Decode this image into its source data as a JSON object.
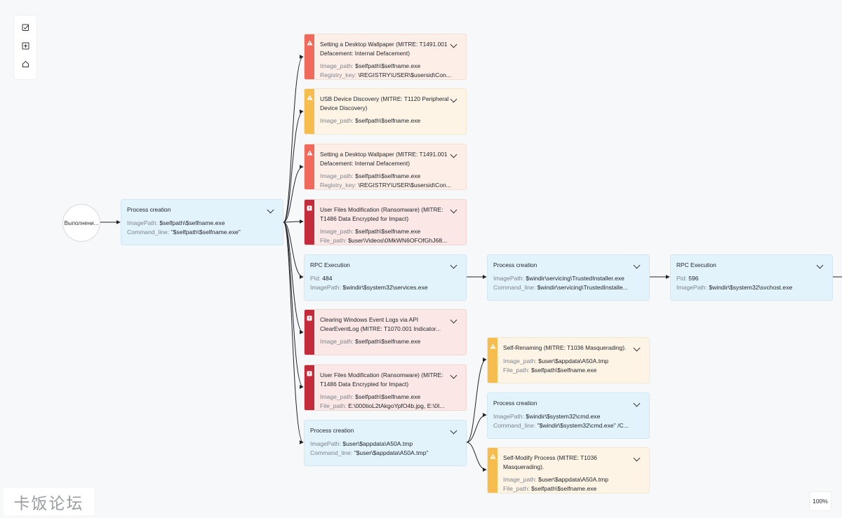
{
  "toolbar": {
    "buttons": [
      {
        "icon": "check-square-icon"
      },
      {
        "icon": "plus-square-icon"
      },
      {
        "icon": "home-icon"
      }
    ]
  },
  "start_node": {
    "label": "Выполнени..."
  },
  "nodes": {
    "root": {
      "title": "Process creation",
      "fields": [
        {
          "k": "ImagePath:",
          "v": "$selfpath\\$selfname.exe"
        },
        {
          "k": "Command_line:",
          "v": "\"$selfpath\\$selfname.exe\""
        }
      ]
    },
    "a1": {
      "title": "Setting a Desktop Wallpaper (MITRE: T1491.001 Defacement: Internal Defacement)",
      "fields": [
        {
          "k": "Image_path:",
          "v": "$selfpath\\$selfname.exe"
        },
        {
          "k": "Registry_key:",
          "v": "\\REGISTRY\\USER\\$usersid\\Con..."
        }
      ]
    },
    "a2": {
      "title": "USB Device Discovery (MITRE: T1120 Peripheral Device Discovery)",
      "fields": [
        {
          "k": "Image_path:",
          "v": "$selfpath\\$selfname.exe"
        }
      ]
    },
    "a3": {
      "title": "Setting a Desktop Wallpaper (MITRE: T1491.001 Defacement: Internal Defacement)",
      "fields": [
        {
          "k": "Image_path:",
          "v": "$selfpath\\$selfname.exe"
        },
        {
          "k": "Registry_key:",
          "v": "\\REGISTRY\\USER\\$usersid\\Con..."
        }
      ]
    },
    "a4": {
      "title": "User Files Modification (Ransomware) (MITRE: T1486 Data Encrypted for Impact)",
      "fields": [
        {
          "k": "Image_path:",
          "v": "$selfpath\\$selfname.exe"
        },
        {
          "k": "File_path:",
          "v": "$user\\Videos\\0MkWN6OFOfGhJ68..."
        }
      ]
    },
    "rpc1": {
      "title": "RPC Execution",
      "fields": [
        {
          "k": "Pid:",
          "v": "484"
        },
        {
          "k": "ImagePath:",
          "v": "$windir\\$system32\\services.exe"
        }
      ]
    },
    "proc_ti": {
      "title": "Process creation",
      "fields": [
        {
          "k": "ImagePath:",
          "v": "$windir\\servicing\\TrustedInstaller.exe"
        },
        {
          "k": "Command_line:",
          "v": "$windir\\servicing\\TrustedInstalle..."
        }
      ]
    },
    "rpc2": {
      "title": "RPC Execution",
      "fields": [
        {
          "k": "Pid:",
          "v": "596"
        },
        {
          "k": "ImagePath:",
          "v": "$windir\\$system32\\svchost.exe"
        }
      ]
    },
    "a5": {
      "title": "Clearing Windows Event Logs via API ClearEventLog (MITRE: T1070.001 Indicator...",
      "fields": [
        {
          "k": "Image_path:",
          "v": "$selfpath\\$selfname.exe"
        }
      ]
    },
    "a6": {
      "title": "User Files Modification (Ransomware) (MITRE: T1486 Data Encrypted for Impact)",
      "fields": [
        {
          "k": "Image_path:",
          "v": "$selfpath\\$selfname.exe"
        },
        {
          "k": "File_path:",
          "v": "E:\\000tioL2tAkgoYpfO4b.jpg, E:\\0I..."
        }
      ]
    },
    "proc_a50a": {
      "title": "Process creation",
      "fields": [
        {
          "k": "ImagePath:",
          "v": "$user\\$appdata\\A50A.tmp"
        },
        {
          "k": "Command_line:",
          "v": "\"$user\\$appdata\\A50A.tmp\""
        }
      ]
    },
    "a7": {
      "title": "Self-Renaming (MITRE: T1036 Masquerading).",
      "fields": [
        {
          "k": "Image_path:",
          "v": "$user\\$appdata\\A50A.tmp"
        },
        {
          "k": "File_path:",
          "v": "$selfpath\\$selfname.exe"
        }
      ]
    },
    "proc_cmd": {
      "title": "Process creation",
      "fields": [
        {
          "k": "ImagePath:",
          "v": "$windir\\$system32\\cmd.exe"
        },
        {
          "k": "Command_line:",
          "v": "\"$windir\\$system32\\cmd.exe\" /C..."
        }
      ]
    },
    "a8": {
      "title": "Self-Modify Process (MITRE: T1036 Masquerading).",
      "fields": [
        {
          "k": "Image_path:",
          "v": "$user\\$appdata\\A50A.tmp"
        },
        {
          "k": "File_path:",
          "v": "$selfpath\\$selfname.exe"
        }
      ]
    }
  },
  "zoom": {
    "level": "100%"
  },
  "watermark": {
    "text": "卡饭论坛"
  },
  "colors": {
    "alert_red": "#ef6a5a",
    "alert_critical": "#c42b3a",
    "alert_warning": "#f6bd4e",
    "process": "#e3f3fb"
  }
}
